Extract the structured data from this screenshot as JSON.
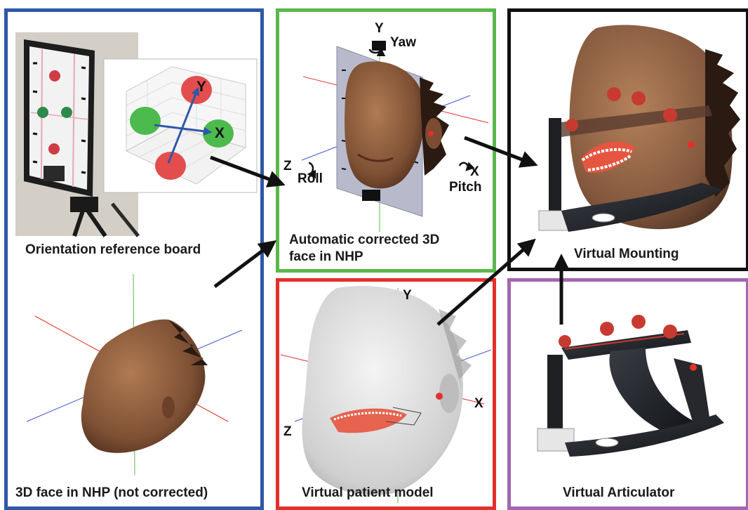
{
  "colors": {
    "blue_panel": "#2f57a8",
    "green_panel": "#5ab84b",
    "black_panel": "#111111",
    "red_panel": "#e2302a",
    "purple_panel": "#a366b3",
    "face_skin": "#8a5a3c",
    "denture_red": "#e5553f"
  },
  "panels": {
    "orientation": {
      "caption": "Orientation reference board"
    },
    "nhp_uncorrected": {
      "caption": "3D face in NHP (not corrected)"
    },
    "corrected": {
      "caption_line1": "Automatic corrected 3D",
      "caption_line2": "face in NHP"
    },
    "virtual_patient": {
      "caption": "Virtual patient model"
    },
    "mounting": {
      "caption": "Virtual Mounting"
    },
    "articulator": {
      "caption": "Virtual Articulator"
    }
  },
  "axes": {
    "plot": {
      "y": "Y",
      "x": "X"
    },
    "corrected": {
      "y": "Y",
      "yaw": "Yaw",
      "z": "Z",
      "roll": "Roll",
      "x": "X",
      "pitch": "Pitch"
    },
    "patient": {
      "y": "Y",
      "x": "X",
      "z": "Z"
    }
  }
}
